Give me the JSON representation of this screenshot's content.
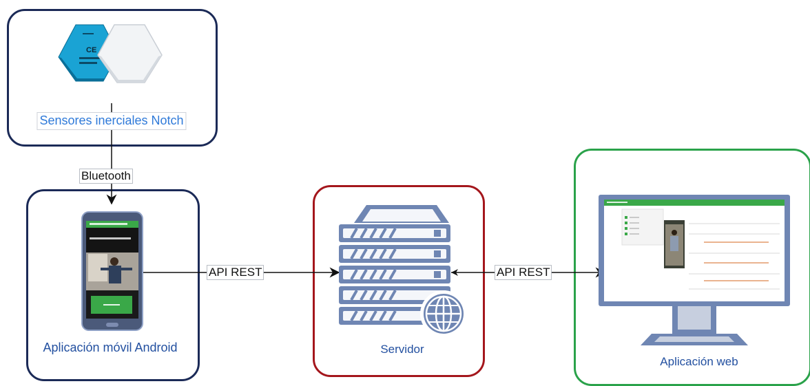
{
  "nodes": {
    "sensors": {
      "label": "Sensores inerciales Notch",
      "color": "#1b2a57"
    },
    "android": {
      "label": "Aplicación móvil Android",
      "color": "#1b2a57"
    },
    "server": {
      "label": "Servidor",
      "color": "#a4161c"
    },
    "web": {
      "label": "Aplicación web",
      "color": "#2aa24a"
    }
  },
  "edges": {
    "bluetooth": {
      "label": "Bluetooth"
    },
    "api_android_server": {
      "label": "API REST"
    },
    "api_server_web": {
      "label": "API REST"
    }
  },
  "colors": {
    "label_text": "#2350a0",
    "sensor_label": "#2f7ad9",
    "sensor_blue": "#1aa3d4",
    "server_fill": "#6f86b3",
    "phone_green": "#3aa848"
  }
}
